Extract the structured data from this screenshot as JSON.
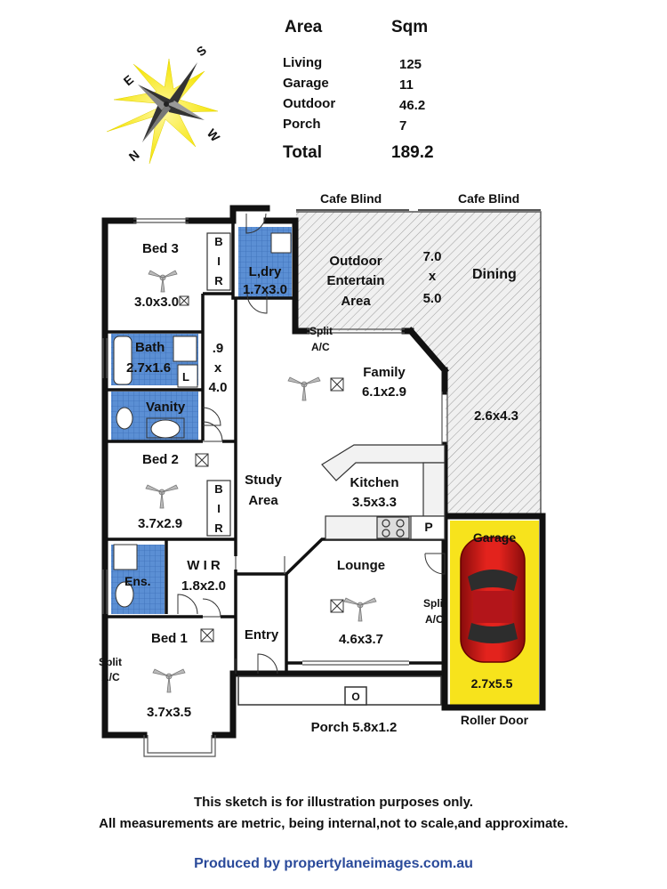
{
  "area_table": {
    "header_area": "Area",
    "header_sqm": "Sqm",
    "rows": [
      {
        "label": "Living",
        "value": "125"
      },
      {
        "label": "Garage",
        "value": "11"
      },
      {
        "label": "Outdoor",
        "value": "46.2"
      },
      {
        "label": "Porch",
        "value": "7"
      }
    ],
    "total_label": "Total",
    "total_value": "189.2"
  },
  "compass": {
    "s": "S",
    "e": "E",
    "w": "W",
    "n": "N"
  },
  "rooms": {
    "bed3": {
      "name": "Bed 3",
      "size": "3.0x3.0"
    },
    "bir1": "B I R",
    "laundry": {
      "name": "L,dry",
      "size": "1.7x3.0"
    },
    "outdoor": {
      "line1": "Outdoor",
      "line2": "Entertain",
      "line3": "Area",
      "dim1": "7.0",
      "dim2": "x",
      "dim3": "5.0"
    },
    "dining": {
      "name": "Dining"
    },
    "cafe_blind_left": "Cafe Blind",
    "cafe_blind_right": "Cafe Blind",
    "bath": {
      "name": "Bath",
      "size": "2.7x1.6",
      "toilet": "L"
    },
    "hall": {
      "a": ".9",
      "b": "x",
      "c": "4.0"
    },
    "vanity": "Vanity",
    "split1": {
      "a": "Split",
      "b": "A/C"
    },
    "family": {
      "name": "Family",
      "size": "6.1x2.9"
    },
    "side_dim": "2.6x4.3",
    "bed2": {
      "name": "Bed 2",
      "size": "3.7x2.9"
    },
    "bir2": "B I R",
    "study": {
      "a": "Study",
      "b": "Area"
    },
    "kitchen": {
      "name": "Kitchen",
      "size": "3.5x3.3",
      "pantry": "P"
    },
    "ens": "Ens.",
    "wir": {
      "name": "W I R",
      "size": "1.8x2.0"
    },
    "lounge": {
      "name": "Lounge",
      "size": "4.6x3.7"
    },
    "split2": {
      "a": "Split",
      "b": "A/C"
    },
    "garage": {
      "name": "Garage",
      "size": "2.7x5.5",
      "door": "Roller Door"
    },
    "bed1": {
      "name": "Bed 1",
      "size": "3.7x3.5"
    },
    "split3": {
      "a": "Split",
      "b": "A/C"
    },
    "entry": "Entry",
    "porch": "Porch 5.8x1.2",
    "porch_post": "O"
  },
  "disclaimer_line1": "This sketch is for illustration purposes only.",
  "disclaimer_line2": "All measurements are metric, being internal,not to scale,and approximate.",
  "credit": "Produced by propertylaneimages.com.au",
  "colors": {
    "outdoor_fill": "#efefef",
    "garage_fill": "#f7e31c",
    "tile_blue": "#5b8fd4",
    "car_red": "#d11a1a",
    "credit": "#2a4a9a"
  }
}
